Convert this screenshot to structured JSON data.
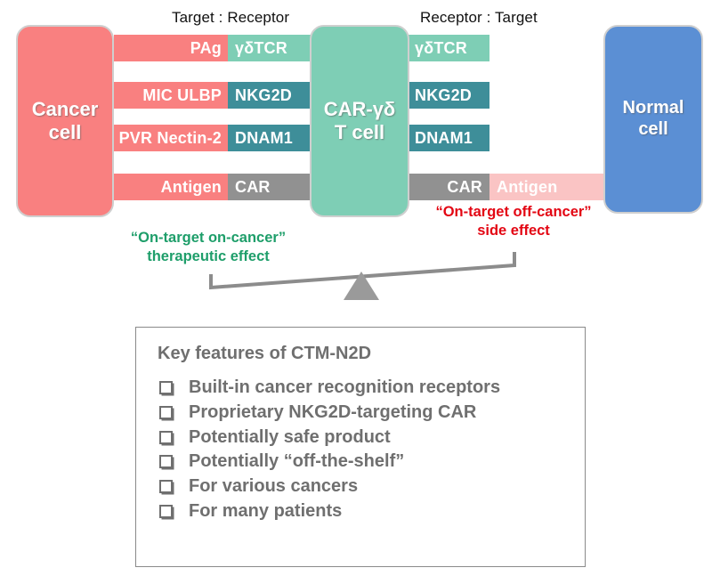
{
  "diagram": {
    "headers": {
      "left": "Target : Receptor",
      "right": "Receptor : Target"
    },
    "cells": {
      "cancer": "Cancer\ncell",
      "effector": "CAR-γδ\nT cell",
      "normal": "Normal\ncell"
    },
    "left_pairs": [
      {
        "ligand": "PAg",
        "receptor": "γδTCR"
      },
      {
        "ligand": "MIC ULBP",
        "receptor": "NKG2D"
      },
      {
        "ligand": "PVR Nectin-2",
        "receptor": "DNAM1"
      },
      {
        "ligand": "Antigen",
        "receptor": "CAR"
      }
    ],
    "right_pairs": [
      {
        "receptor": "γδTCR",
        "ligand": ""
      },
      {
        "receptor": "NKG2D",
        "ligand": ""
      },
      {
        "receptor": "DNAM1",
        "ligand": ""
      },
      {
        "receptor": "CAR",
        "ligand": "Antigen"
      }
    ],
    "captions": {
      "good": "“On-target on-cancer”\ntherapeutic effect",
      "bad": "“On-target off-cancer”\nside effect"
    }
  },
  "features": {
    "title": "Key features of CTM-N2D",
    "items": [
      "Built-in cancer recognition receptors",
      "Proprietary NKG2D-targeting CAR",
      "Potentially safe product",
      "Potentially “off-the-shelf”",
      "For various cancers",
      "For many patients"
    ]
  },
  "colors": {
    "cancer_pink": "#F98080",
    "pale_pink": "#FAC4C4",
    "mint": "#7ECEB5",
    "teal": "#3E8E99",
    "gray": "#919191",
    "blue": "#5B8FD4",
    "good_green": "#1E9E6A",
    "bad_red": "#E30613",
    "text_gray": "#6F6F6F"
  }
}
